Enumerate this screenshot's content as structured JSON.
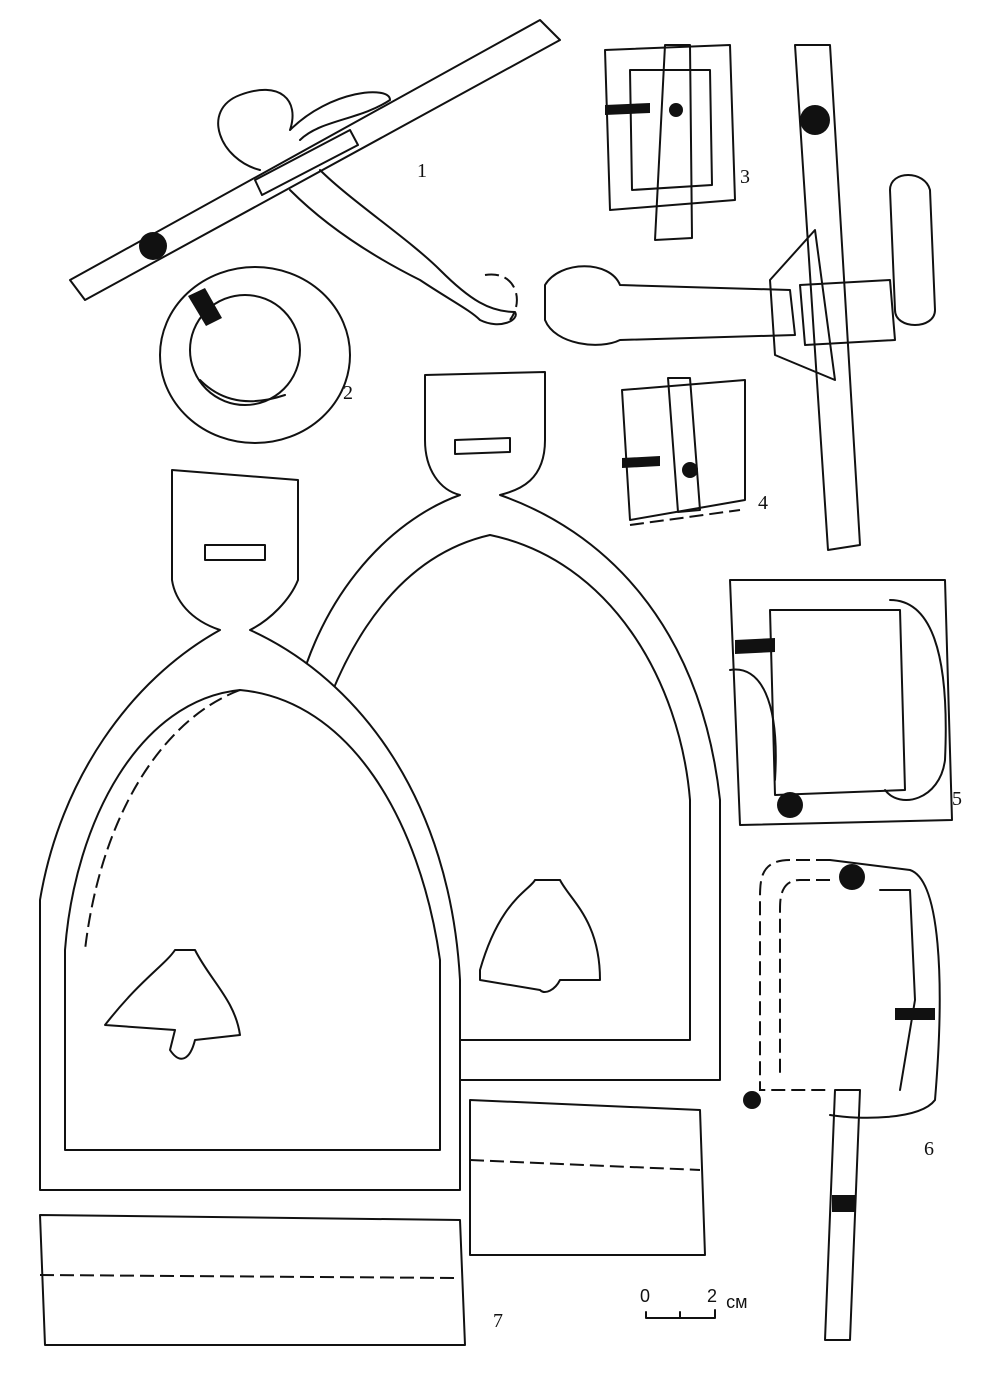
{
  "figure": {
    "labels": [
      "1",
      "2",
      "3",
      "4",
      "5",
      "6",
      "7"
    ],
    "scale_bar": {
      "start": "0",
      "end": "2",
      "unit": "см"
    }
  }
}
